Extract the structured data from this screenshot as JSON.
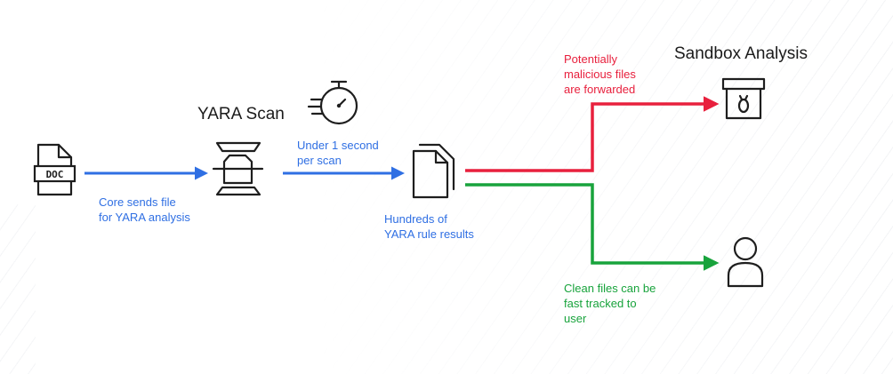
{
  "headings": {
    "yara_scan": "YARA Scan",
    "sandbox_analysis": "Sandbox Analysis"
  },
  "doc_icon_label": "DOC",
  "notes": {
    "core_sends": "Core sends file\nfor YARA analysis",
    "under_one_second": "Under 1 second\nper scan",
    "hundreds_results": "Hundreds of\nYARA rule results",
    "potentially_malicious": "Potentially\nmalicious files\nare forwarded",
    "clean_files": "Clean files can be\nfast tracked to\nuser"
  },
  "colors": {
    "blue": "#2f6fe3",
    "red": "#e8203d",
    "green": "#18a33c",
    "icon": "#1e1e1e"
  },
  "icons": {
    "document": "doc-file-icon",
    "scan": "scan-frame-icon",
    "timer": "stopwatch-icon",
    "results": "stacked-documents-icon",
    "sandbox": "sandbox-box-icon",
    "user": "user-icon"
  }
}
